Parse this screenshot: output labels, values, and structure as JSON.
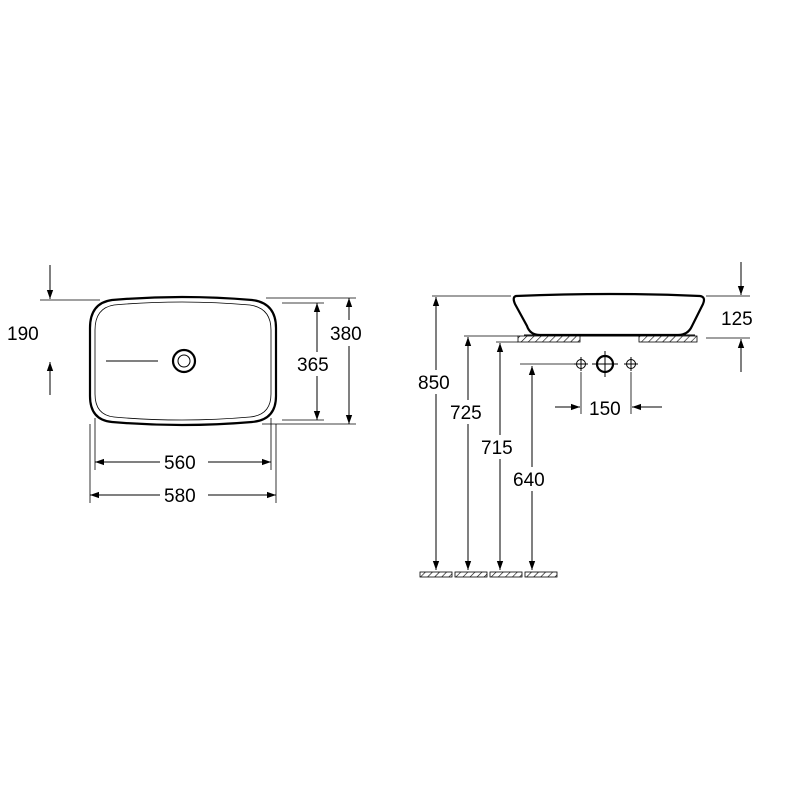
{
  "top_view": {
    "dim_190": "190",
    "dim_380": "380",
    "dim_365": "365",
    "dim_560": "560",
    "dim_580": "580"
  },
  "side_view": {
    "dim_850": "850",
    "dim_725": "725",
    "dim_715": "715",
    "dim_640": "640",
    "dim_125": "125",
    "dim_150": "150"
  },
  "colors": {
    "line": "#000000",
    "background": "#ffffff"
  }
}
